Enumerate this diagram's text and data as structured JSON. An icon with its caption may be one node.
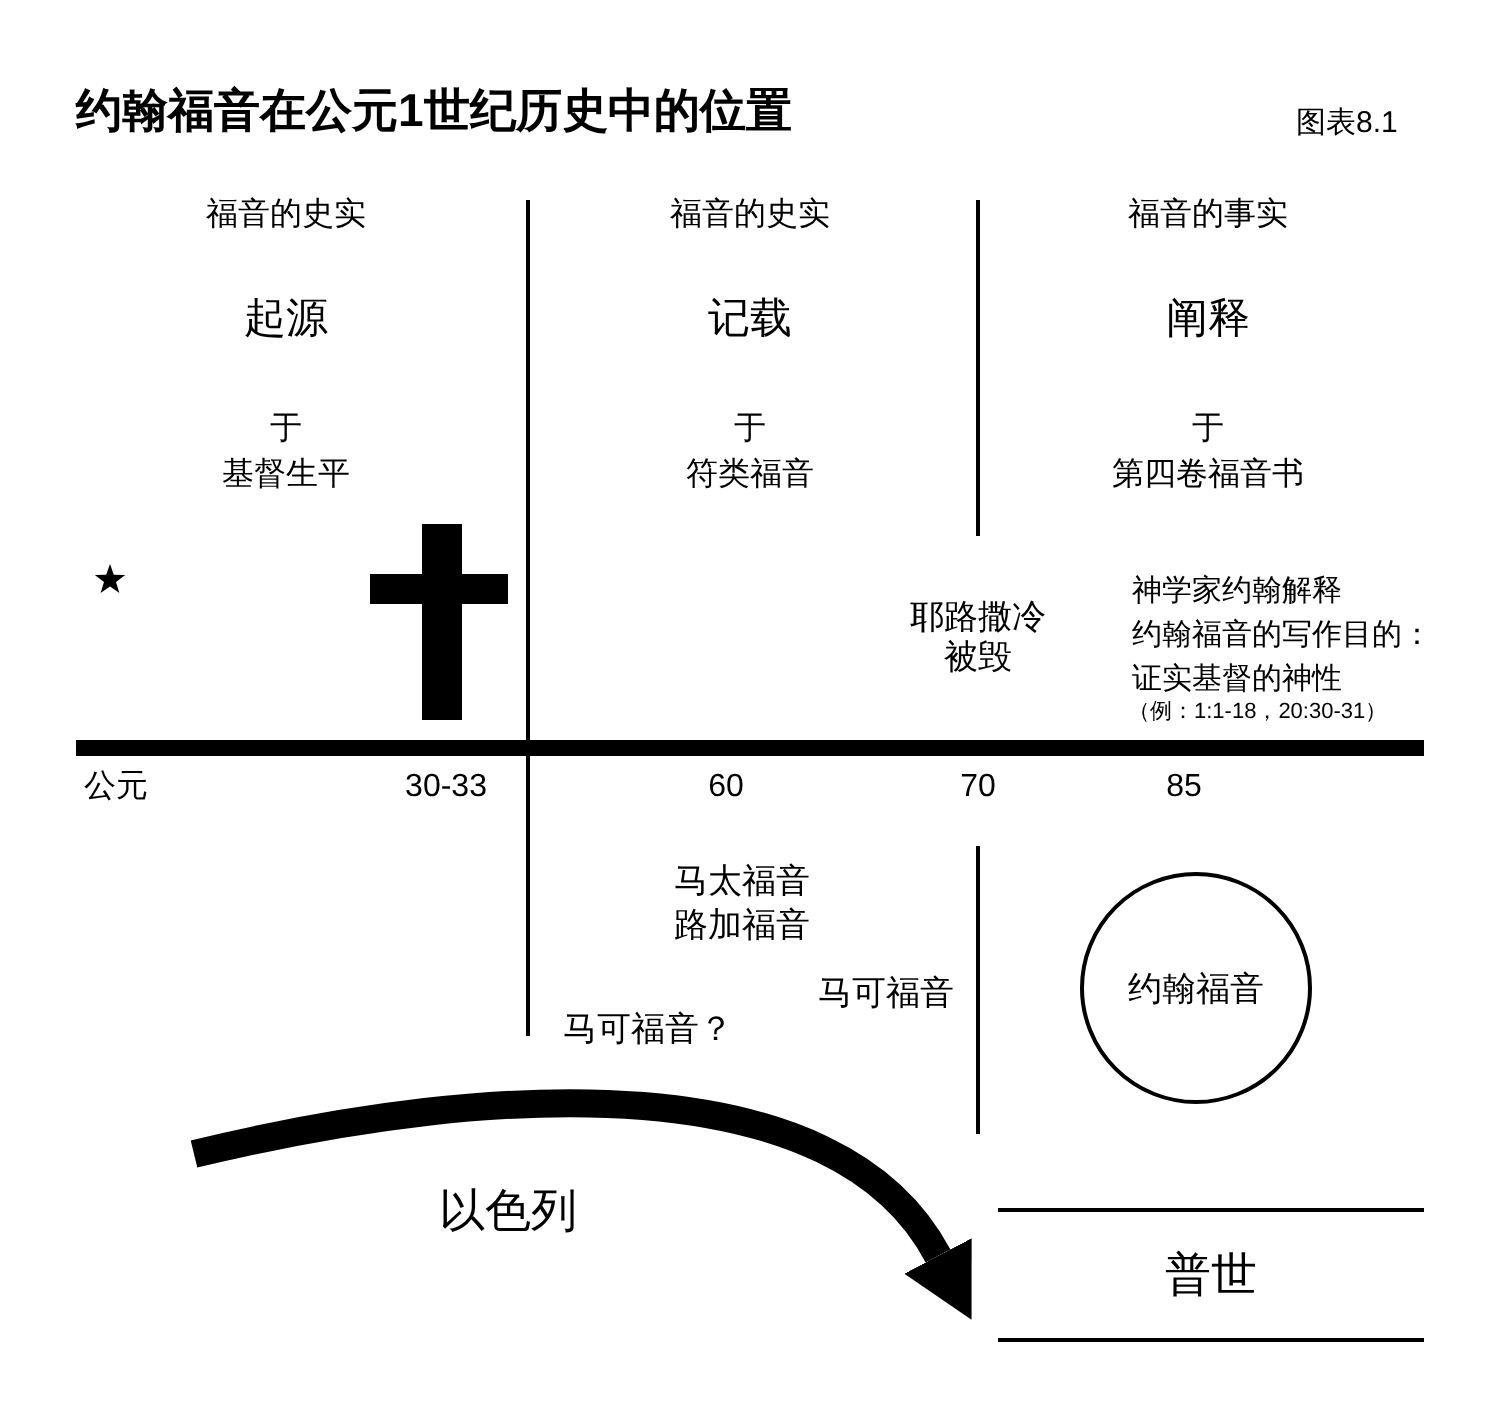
{
  "diagram": {
    "title": "约翰福音在公元1世纪历史中的位置",
    "nodes": [
      {
        "text": [
          "约翰福音"
        ]
      },
      {
        "text": [
          "普世"
        ]
      }
    ],
    "edges": [
      {
        "from": null,
        "to": 1,
        "arrow": "to"
      }
    ],
    "labels": [
      "图表8.1",
      "福音的史实",
      "福音的史实",
      "福音的事实",
      "起源",
      "记载",
      "阐释",
      "于",
      "基督生平",
      "于",
      "符类福音",
      "于",
      "第四卷福音书",
      "耶路撒冷被毁",
      "神学家约翰解释",
      "约翰福音的写作目的：",
      "证实基督的神性",
      "（例：1:1-18，20:30-31）",
      "公元",
      "30-33",
      "60",
      "70",
      "85",
      "马太福音",
      "路加福音",
      "马可福音",
      "马可福音？",
      "以色列"
    ]
  }
}
